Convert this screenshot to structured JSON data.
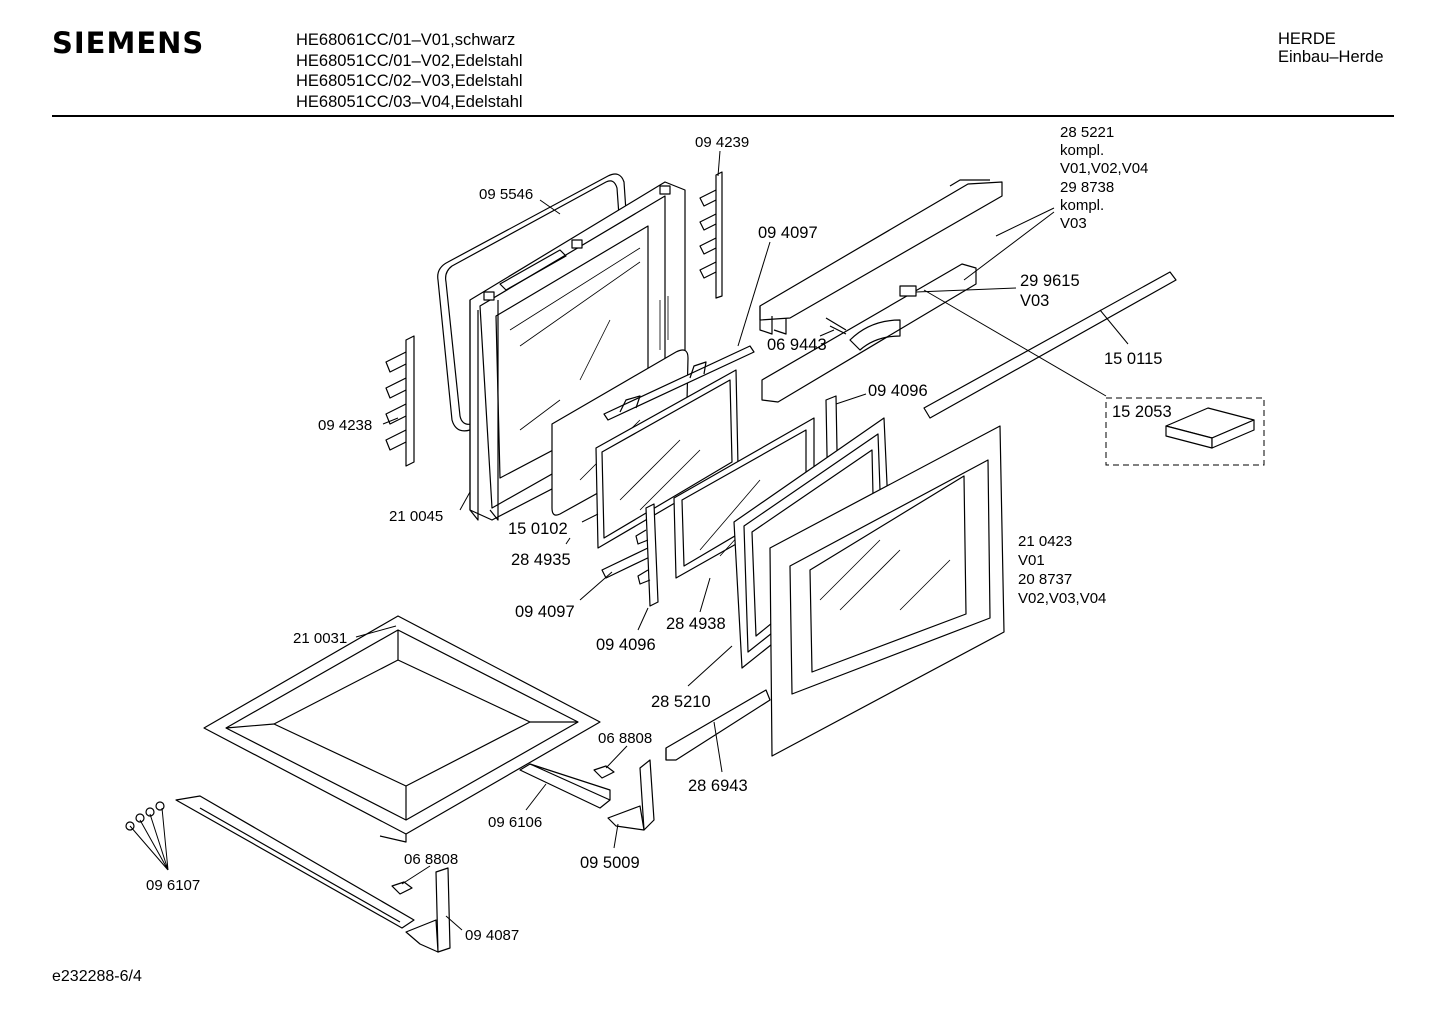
{
  "header": {
    "brand": "SIEMENS",
    "models": [
      "HE68061CC/01–V01,schwarz",
      "HE68051CC/01–V02,Edelstahl",
      "HE68051CC/02–V03,Edelstahl",
      "HE68051CC/03–V04,Edelstahl"
    ],
    "category": [
      "HERDE",
      "Einbau–Herde"
    ]
  },
  "labels": {
    "p094239": "09 4239",
    "p095546": "09 5546",
    "p094097a": "09 4097",
    "p285221": [
      "28 5221",
      "kompl.",
      "V01,V02,V04",
      "29 8738",
      "kompl.",
      "V03"
    ],
    "p299615": [
      "29 9615",
      "V03"
    ],
    "p069443": "06 9443",
    "p150115": "15 0115",
    "p094096a": "09 4096",
    "p152053": "15 2053",
    "p094238": "09 4238",
    "p210045": "21 0045",
    "p150102": "15 0102",
    "p284935": "28 4935",
    "p094097b": "09 4097",
    "p094096b": "09 4096",
    "p284938": "28 4938",
    "p210423": [
      "21 0423",
      "V01",
      "20 8737",
      "V02,V03,V04"
    ],
    "p210031": "21 0031",
    "p285210": "28 5210",
    "p068808a": "06 8808",
    "p286943": "28 6943",
    "p096106": "09 6106",
    "p095009": "09 5009",
    "p096107": "09 6107",
    "p068808b": "06 8808",
    "p094087": "09 4087"
  },
  "footer": {
    "doc_id": "e232288-6/4"
  }
}
